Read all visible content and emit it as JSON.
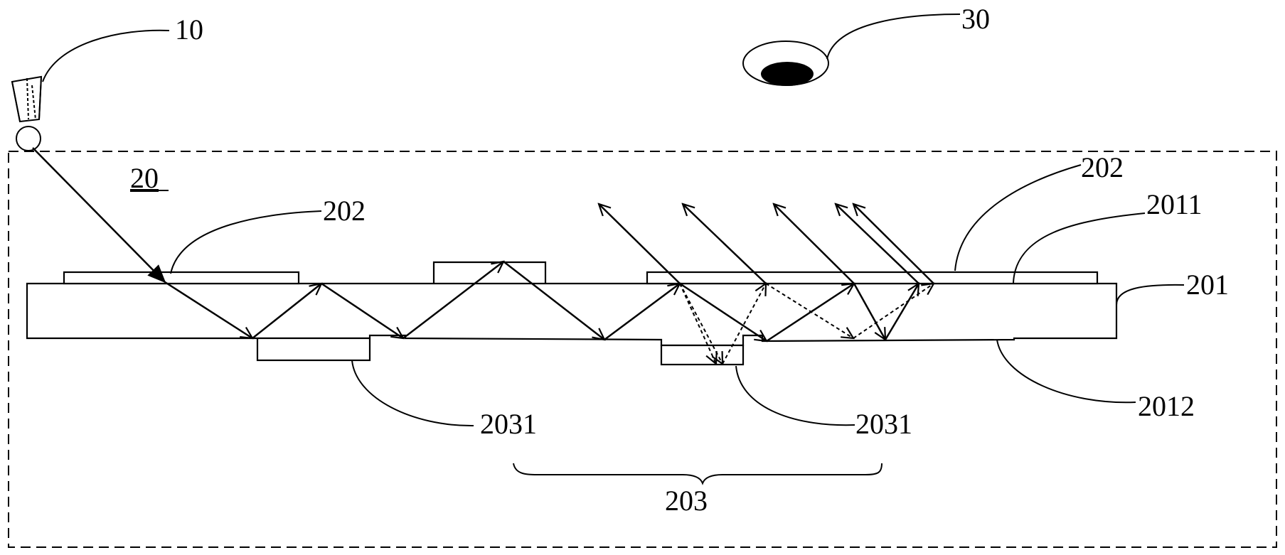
{
  "labels": {
    "projector": "10",
    "waveguide_region": "20",
    "eye": "30",
    "coupling_film_left": "202",
    "coupling_film_right": "202",
    "top_surface": "2011",
    "substrate": "201",
    "bottom_surface": "2012",
    "grating_left": "2031",
    "grating_right": "2031",
    "grating_group": "203"
  },
  "colors": {
    "ink": "#000000",
    "background": "#ffffff"
  }
}
